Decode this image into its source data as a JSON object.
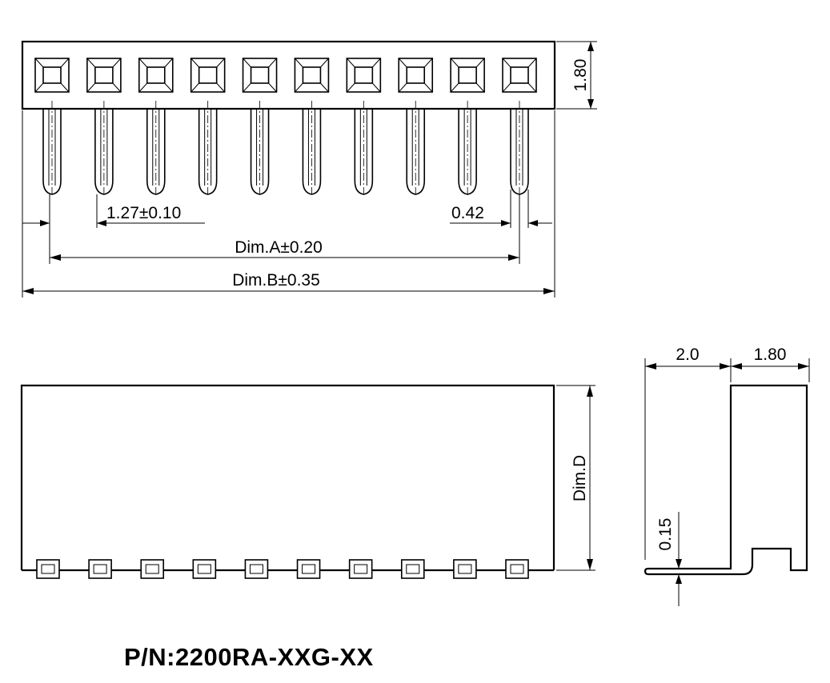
{
  "top_view": {
    "pin_count": 10,
    "pitch_label": "1.27±0.10",
    "pin_width_label": "0.42",
    "dim_a_label": "Dim.A±0.20",
    "dim_b_label": "Dim.B±0.35",
    "height_label": "1.80"
  },
  "front_view": {
    "pin_count": 10,
    "height_label": "Dim.D"
  },
  "side_view": {
    "depth_label": "2.0",
    "width_label": "1.80",
    "pin_thickness_label": "0.15"
  },
  "part_number": "P/N:2200RA-XXG-XX"
}
